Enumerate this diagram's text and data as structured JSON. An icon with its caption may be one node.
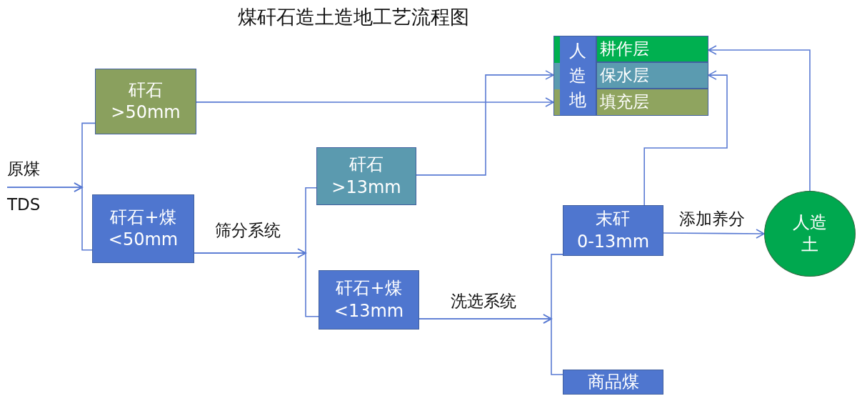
{
  "diagram": {
    "title": "煤矸石造土造地工艺流程图",
    "nodes": [
      {
        "text": [
          "原煤",
          "TDS"
        ]
      },
      {
        "text": [
          "矸石 >50mm"
        ]
      },
      {
        "text": [
          "矸石+煤 <50mm"
        ]
      },
      {
        "text": [
          "矸石 >13mm"
        ]
      },
      {
        "text": [
          "矸石+煤 <13mm"
        ]
      },
      {
        "text": [
          "末矸 0-13mm"
        ]
      },
      {
        "text": [
          "商品煤"
        ]
      },
      {
        "text": [
          "人造土"
        ]
      },
      {
        "text": [
          "人造地"
        ]
      },
      {
        "text": [
          "耕作层"
        ]
      },
      {
        "text": [
          "保水层"
        ]
      },
      {
        "text": [
          "填充层"
        ]
      }
    ],
    "edges": [
      {
        "from": 0,
        "to": 1,
        "arrow": "to"
      },
      {
        "from": 0,
        "to": 2,
        "arrow": "to"
      },
      {
        "from": 1,
        "to": 8,
        "arrow": "to"
      },
      {
        "from": 2,
        "to": 3,
        "arrow": "to",
        "label": "筛分系统"
      },
      {
        "from": 2,
        "to": 4,
        "arrow": "to"
      },
      {
        "from": 3,
        "to": 8,
        "arrow": "to"
      },
      {
        "from": 4,
        "to": 5,
        "arrow": "to",
        "label": "洗选系统"
      },
      {
        "from": 4,
        "to": 6,
        "arrow": "to"
      },
      {
        "from": 5,
        "to": 7,
        "arrow": "to",
        "label": "添加养分"
      },
      {
        "from": 5,
        "to": 10,
        "arrow": "to"
      },
      {
        "from": 7,
        "to": 9,
        "arrow": "to"
      }
    ]
  }
}
